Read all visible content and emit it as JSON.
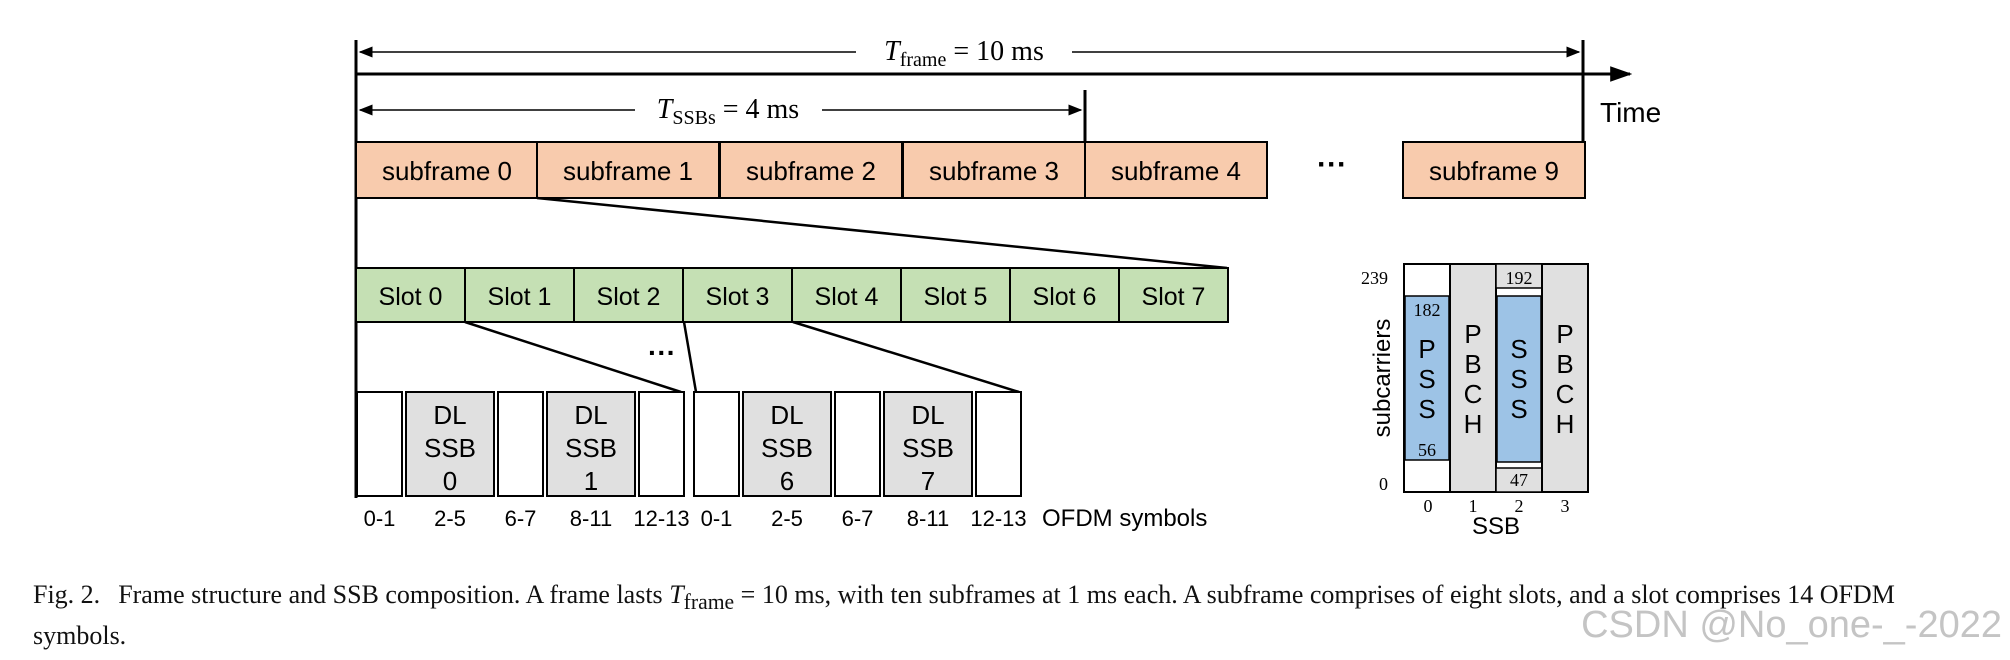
{
  "frame_label": {
    "symbol": "T",
    "sub": "frame",
    "rest": " = 10 ms"
  },
  "ssbs_label": {
    "symbol": "T",
    "sub": "SSBs",
    "rest": " = 4 ms"
  },
  "time_label": "Time",
  "subframes": [
    "subframe 0",
    "subframe 1",
    "subframe 2",
    "subframe 3",
    "subframe 4",
    "subframe 9"
  ],
  "subframe_ellipsis": "···",
  "slots": [
    "Slot 0",
    "Slot 1",
    "Slot 2",
    "Slot 3",
    "Slot 4",
    "Slot 5",
    "Slot 6",
    "Slot 7"
  ],
  "slot_ellipsis": "···",
  "symbol_groups": [
    {
      "filled": false,
      "lines": []
    },
    {
      "filled": true,
      "lines": [
        "DL",
        "SSB",
        "0"
      ]
    },
    {
      "filled": false,
      "lines": []
    },
    {
      "filled": true,
      "lines": [
        "DL",
        "SSB",
        "1"
      ]
    },
    {
      "filled": false,
      "lines": []
    },
    {
      "filled": false,
      "lines": []
    },
    {
      "filled": true,
      "lines": [
        "DL",
        "SSB",
        "6"
      ]
    },
    {
      "filled": false,
      "lines": []
    },
    {
      "filled": true,
      "lines": [
        "DL",
        "SSB",
        "7"
      ]
    },
    {
      "filled": false,
      "lines": []
    }
  ],
  "symbol_ranges": [
    "0-1",
    "2-5",
    "6-7",
    "8-11",
    "12-13",
    "0-1",
    "2-5",
    "6-7",
    "8-11",
    "12-13"
  ],
  "ofdm_label": "OFDM symbols",
  "ssb_grid": {
    "y_axis_label": "subcarriers",
    "y_ticks": [
      "239",
      "0"
    ],
    "x_axis_label": "SSB",
    "x_ticks": [
      "0",
      "1",
      "2",
      "3"
    ],
    "columns": [
      {
        "name": "PSS",
        "top": "182",
        "bottom": "56"
      },
      {
        "name": "PBCH"
      },
      {
        "name": "SSS",
        "top": "192",
        "bottom": "47"
      },
      {
        "name": "PBCH"
      }
    ]
  },
  "colors": {
    "subframe": "#f8cbad",
    "slot": "#c5e0b4",
    "ssb": "#e0e0e0",
    "sync": "#9dc3e6",
    "line": "#000000"
  },
  "caption": {
    "label": "Fig. 2.",
    "text1": "Frame structure and SSB composition. A frame lasts ",
    "symbol": "T",
    "sub": "frame",
    "text2": " = 10 ms, with ten subframes at 1 ms each. A subframe comprises of eight slots, and a slot comprises 14 OFDM symbols."
  },
  "watermark": "CSDN @No_one-_-2022"
}
